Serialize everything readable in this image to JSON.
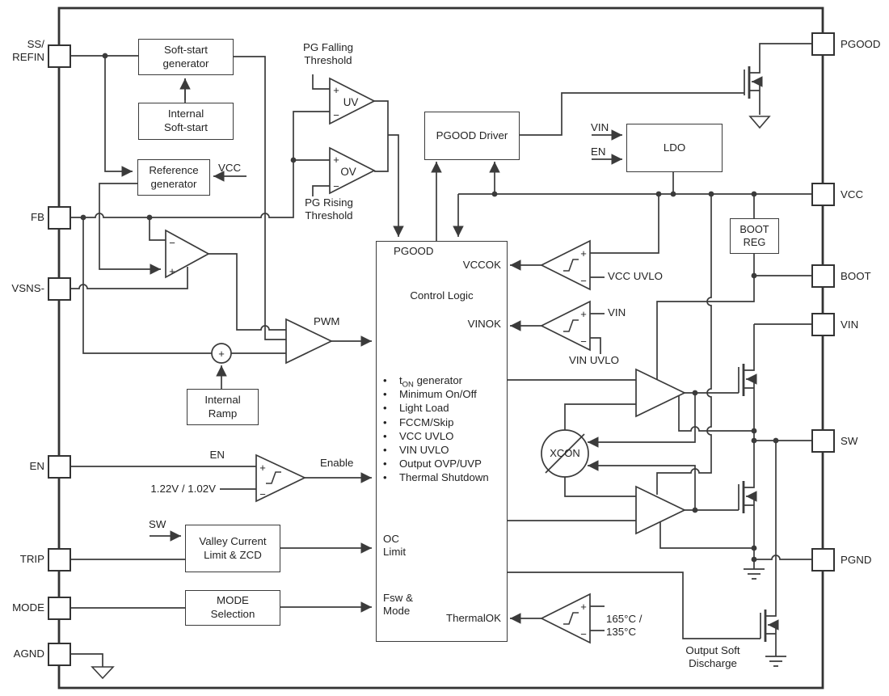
{
  "pins": {
    "left": [
      {
        "label": "SS/\nREFIN"
      },
      {
        "label": "FB"
      },
      {
        "label": "VSNS-"
      },
      {
        "label": "EN"
      },
      {
        "label": "TRIP"
      },
      {
        "label": "MODE"
      },
      {
        "label": "AGND"
      }
    ],
    "right": [
      {
        "label": "PGOOD"
      },
      {
        "label": "VCC"
      },
      {
        "label": "BOOT"
      },
      {
        "label": "VIN"
      },
      {
        "label": "SW"
      },
      {
        "label": "PGND"
      }
    ]
  },
  "blocks": {
    "soft_start": "Soft-start\ngenerator",
    "internal_ss": "Internal\nSoft-start",
    "ref_gen": "Reference\ngenerator",
    "pgood_driver": "PGOOD Driver",
    "ldo": "LDO",
    "internal_ramp": "Internal\nRamp",
    "valley": "Valley Current\nLimit & ZCD",
    "mode_sel": "MODE\nSelection",
    "boot_reg": "BOOT\nREG"
  },
  "control_logic": {
    "pgood": "PGOOD",
    "vccok": "VCCOK",
    "title": "Control Logic",
    "vinok": "VINOK",
    "bullets": [
      "t[ON] generator",
      "Minimum On/Off",
      "Light Load",
      "FCCM/Skip",
      "VCC UVLO",
      "VIN UVLO",
      "Output OVP/UVP",
      "Thermal Shutdown"
    ],
    "oc_limit": "OC\nLimit",
    "fsw_mode": "Fsw &\nMode",
    "thermalok": "ThermalOK"
  },
  "comparators": {
    "uv": "UV",
    "ov": "OV",
    "pg_falling": "PG Falling\nThreshold",
    "pg_rising": "PG Rising\nThreshold",
    "en_threshold": "1.22V / 1.02V",
    "vcc_uvlo": "VCC UVLO",
    "vin": "VIN",
    "vin_uvlo": "VIN UVLO",
    "temp_threshold": "165°C /\n135°C"
  },
  "wire_labels": {
    "vcc": "VCC",
    "vin": "VIN",
    "en": "EN",
    "en_wire": "EN",
    "pwm": "PWM",
    "enable": "Enable",
    "sw": "SW",
    "xcon": "XCON",
    "output_soft_discharge": "Output Soft\nDischarge"
  },
  "signs": {
    "plus": "+",
    "minus": "−"
  }
}
